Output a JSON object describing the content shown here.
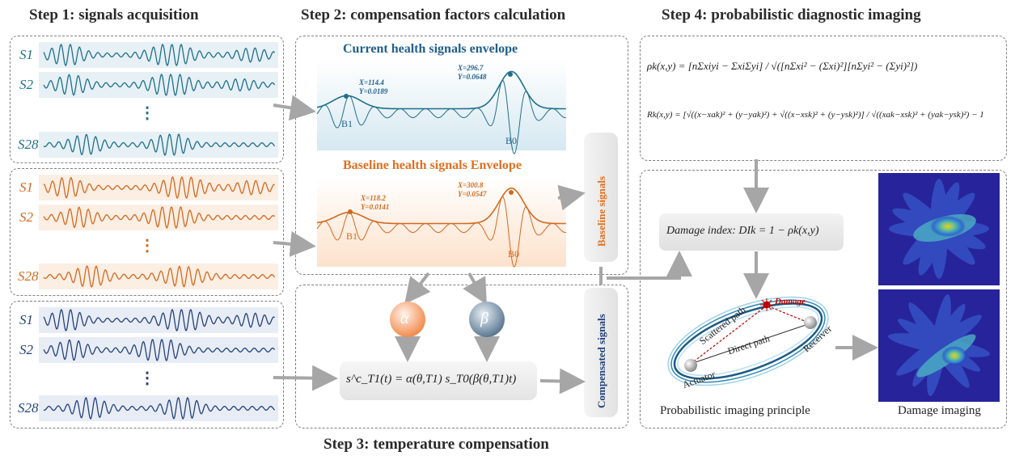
{
  "steps": {
    "step1": "Step 1: signals acquisition",
    "step2": "Step 2: compensation factors calculation",
    "step3": "Step 3: temperature compensation",
    "step4": "Step 4: probabilistic diagnostic imaging"
  },
  "signals": {
    "s1": "S1",
    "s2": "S2",
    "s28": "S28",
    "ellipsis": "⋮"
  },
  "envelopes": {
    "current_title": "Current health signals envelope",
    "baseline_title": "Baseline health signals Envelope",
    "current_p1": "X=114.4",
    "current_p1y": "Y=0.0189",
    "current_p2": "X=296.7",
    "current_p2y": "Y=0.0648",
    "baseline_p1": "X=118.2",
    "baseline_p1y": "Y=0.0141",
    "baseline_p2": "X=300.8",
    "baseline_p2y": "Y=0.0547",
    "b1": "B1",
    "b0": "B0"
  },
  "side_labels": {
    "baseline": "Baseline signals",
    "compensated": "Compensated signals"
  },
  "factors": {
    "alpha": "α",
    "beta": "β",
    "compensation_formula": "s^c_T1(t) = α(θ,T1) s_T0(β(θ,T1)t)"
  },
  "imaging": {
    "correlation_formula": "ρk(x,y) = [nΣxiyi − ΣxiΣyi] / √([nΣxi² − (Σxi)²][nΣyi² − (Σyi)²])",
    "ellipse_formula": "Rk(x,y) = [√((x−xak)² + (y−yak)²) + √((x−xsk)² + (y−ysk)²)] / √((xak−xsk)² + (yak−ysk)²) − 1",
    "damage_index": "Damage index: DIk = 1 − ρk(x,y)",
    "damage_label": "Damage",
    "scattered_path": "Scattered path",
    "direct_path": "Direct path",
    "actuator": "Actuator",
    "receiver": "Receiver",
    "principle_caption": "Probabilistic imaging principle",
    "imaging_caption": "Damage imaging"
  },
  "colors": {
    "teal": "#1f6f8b",
    "orange": "#d2691e",
    "navy": "#23427a",
    "arrow": "#a6a6a6",
    "damage": "#c00000"
  }
}
